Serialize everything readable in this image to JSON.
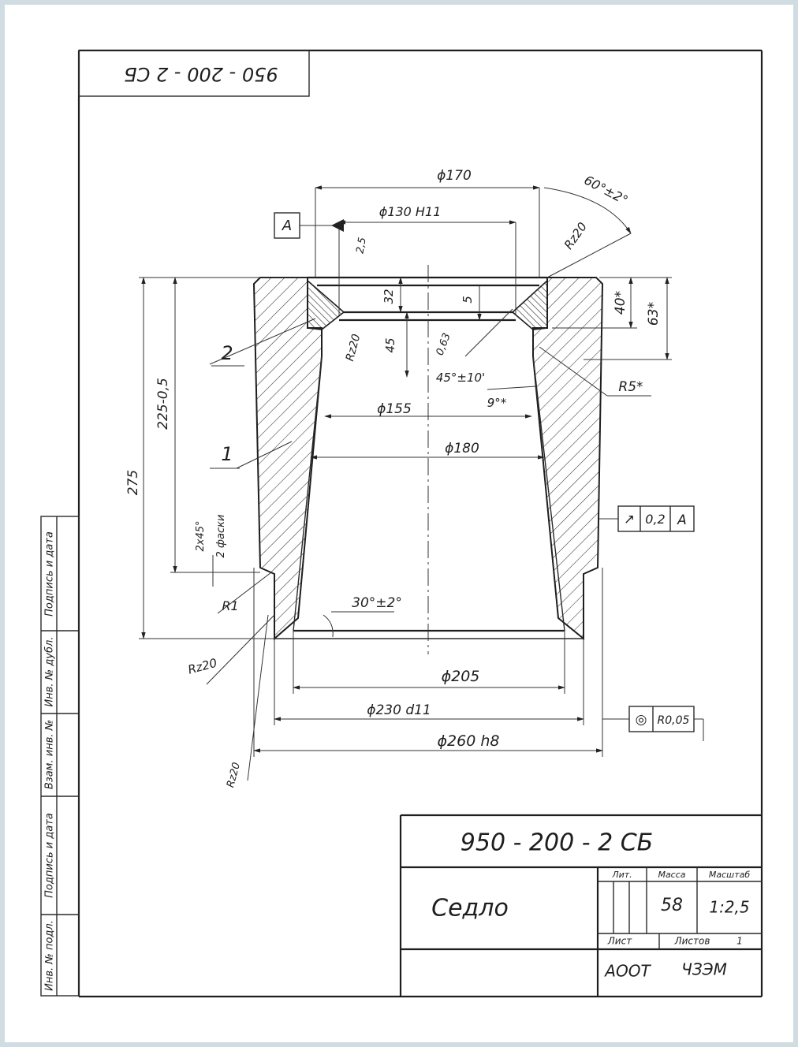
{
  "drawing_number": "950 - 200 - 2 СБ",
  "drawing_number_rotated": "950 - 200 - 2 СБ",
  "part_name": "Седло",
  "title_block": {
    "lit_header": "Лит.",
    "mass_header": "Масса",
    "scale_header": "Масштаб",
    "mass_value": "58",
    "scale_value": "1:2,5",
    "sheet_label": "Лист",
    "sheets_label": "Листов",
    "sheets_value": "1",
    "organization_1": "АООТ",
    "organization_2": "ЧЗЭМ"
  },
  "side_stamp": [
    "Инв. № подл.",
    "Подпись и дата",
    "Взам. инв. №",
    "Инв. № дубл.",
    "Подпись и дата"
  ],
  "dimensions": {
    "d170": "ϕ170",
    "d130": "ϕ130 H11",
    "angle60": "60°±2°",
    "rz20_top": "Rz20",
    "chamfer_25": "2,5",
    "h32": "32",
    "h5": "5",
    "h45": "45",
    "rz20_inner": "Rz20",
    "r063": "0,63",
    "angle45": "45°±10'",
    "angle9": "9°*",
    "r5": "R5*",
    "h40": "40*",
    "h63": "63*",
    "d155": "ϕ155",
    "d180": "ϕ180",
    "h225": "225-0,5",
    "h275": "275",
    "chamfer_2x45": "2х45°",
    "chamfer_note": "2 фаски",
    "r1": "R1",
    "angle30": "30°±2°",
    "rz20_bottom": "Rz20",
    "d205": "ϕ205",
    "d230": "ϕ230 d11",
    "d260": "ϕ260 h8",
    "rz20_edge": "Rz20"
  },
  "callouts": {
    "part1": "1",
    "part2": "2"
  },
  "datum": {
    "letter": "A"
  },
  "tolerance_runout": {
    "symbol": "↗",
    "value": "0,2",
    "datum": "A"
  },
  "tolerance_concentric": {
    "symbol": "◎",
    "value": "R0,05"
  }
}
